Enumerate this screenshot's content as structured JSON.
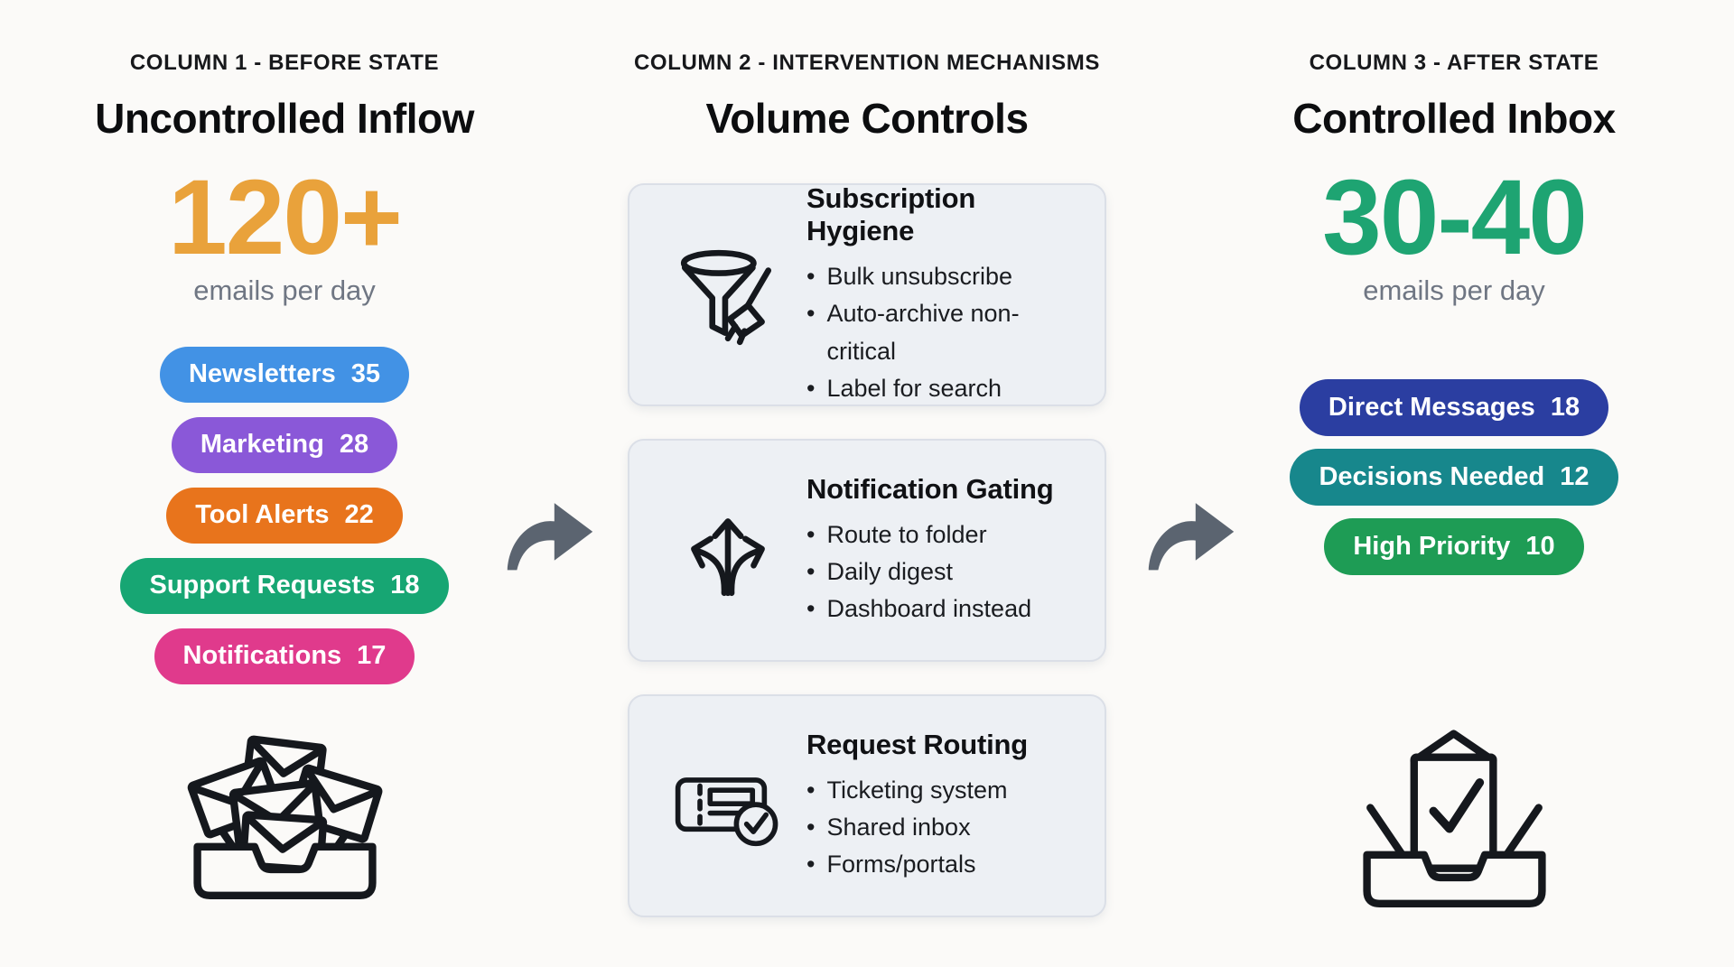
{
  "columns": [
    {
      "kicker": "COLUMN 1 - BEFORE STATE",
      "title": "Uncontrolled Inflow",
      "metric": {
        "value": "120+",
        "color": "#E9A23B",
        "caption": "emails per day"
      },
      "pills": [
        {
          "label": "Newsletters",
          "count": "35",
          "color": "#4292E5"
        },
        {
          "label": "Marketing",
          "count": "28",
          "color": "#8A58D8"
        },
        {
          "label": "Tool Alerts",
          "count": "22",
          "color": "#E8741C"
        },
        {
          "label": "Support Requests",
          "count": "18",
          "color": "#17A673"
        },
        {
          "label": "Notifications",
          "count": "17",
          "color": "#E03A8C"
        }
      ],
      "icon": "overflowing-inbox"
    },
    {
      "kicker": "COLUMN 2 - INTERVENTION MECHANISMS",
      "title": "Volume Controls",
      "cards": [
        {
          "icon": "funnel-broom",
          "title": "Subscription Hygiene",
          "bullets": [
            "Bulk unsubscribe",
            "Auto-archive non-critical",
            "Label for search"
          ]
        },
        {
          "icon": "three-way-arrows",
          "title": "Notification Gating",
          "bullets": [
            "Route to folder",
            "Daily digest",
            "Dashboard instead"
          ]
        },
        {
          "icon": "ticket-check",
          "title": "Request Routing",
          "bullets": [
            "Ticketing system",
            "Shared inbox",
            "Forms/portals"
          ]
        }
      ]
    },
    {
      "kicker": "COLUMN 3 - AFTER STATE",
      "title": "Controlled Inbox",
      "metric": {
        "value": "30-40",
        "color": "#1EA472",
        "caption": "emails per day"
      },
      "pills": [
        {
          "label": "Direct Messages",
          "count": "18",
          "color": "#2B3EA1"
        },
        {
          "label": "Decisions Needed",
          "count": "12",
          "color": "#17878C"
        },
        {
          "label": "High Priority",
          "count": "10",
          "color": "#1E9C55"
        }
      ],
      "icon": "inbox-check"
    }
  ],
  "arrows": {
    "color": "#5B6470"
  }
}
